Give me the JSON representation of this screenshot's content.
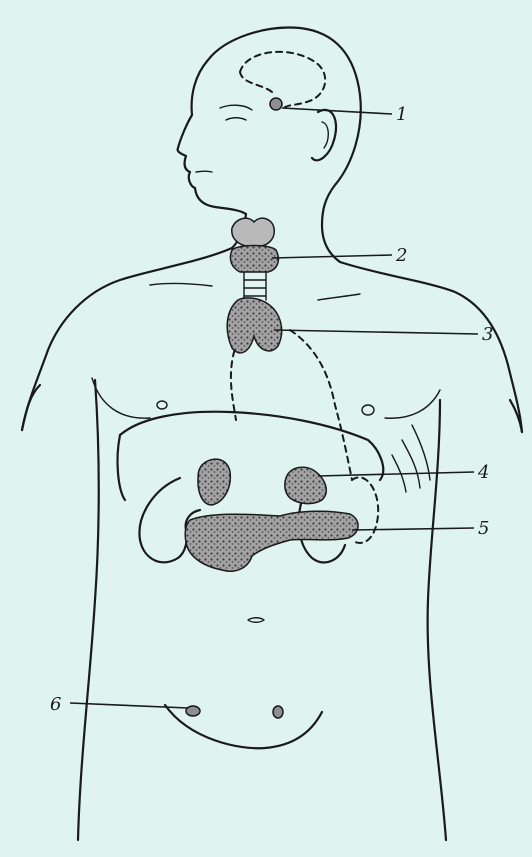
{
  "colors": {
    "background": "#dff3ef",
    "line": "#1a1a1a",
    "gland_fill": "#8f8f8f"
  },
  "labels": [
    {
      "id": "1",
      "text": "1"
    },
    {
      "id": "2",
      "text": "2"
    },
    {
      "id": "3",
      "text": "3"
    },
    {
      "id": "4",
      "text": "4"
    },
    {
      "id": "5",
      "text": "5"
    },
    {
      "id": "6",
      "text": "6"
    }
  ]
}
